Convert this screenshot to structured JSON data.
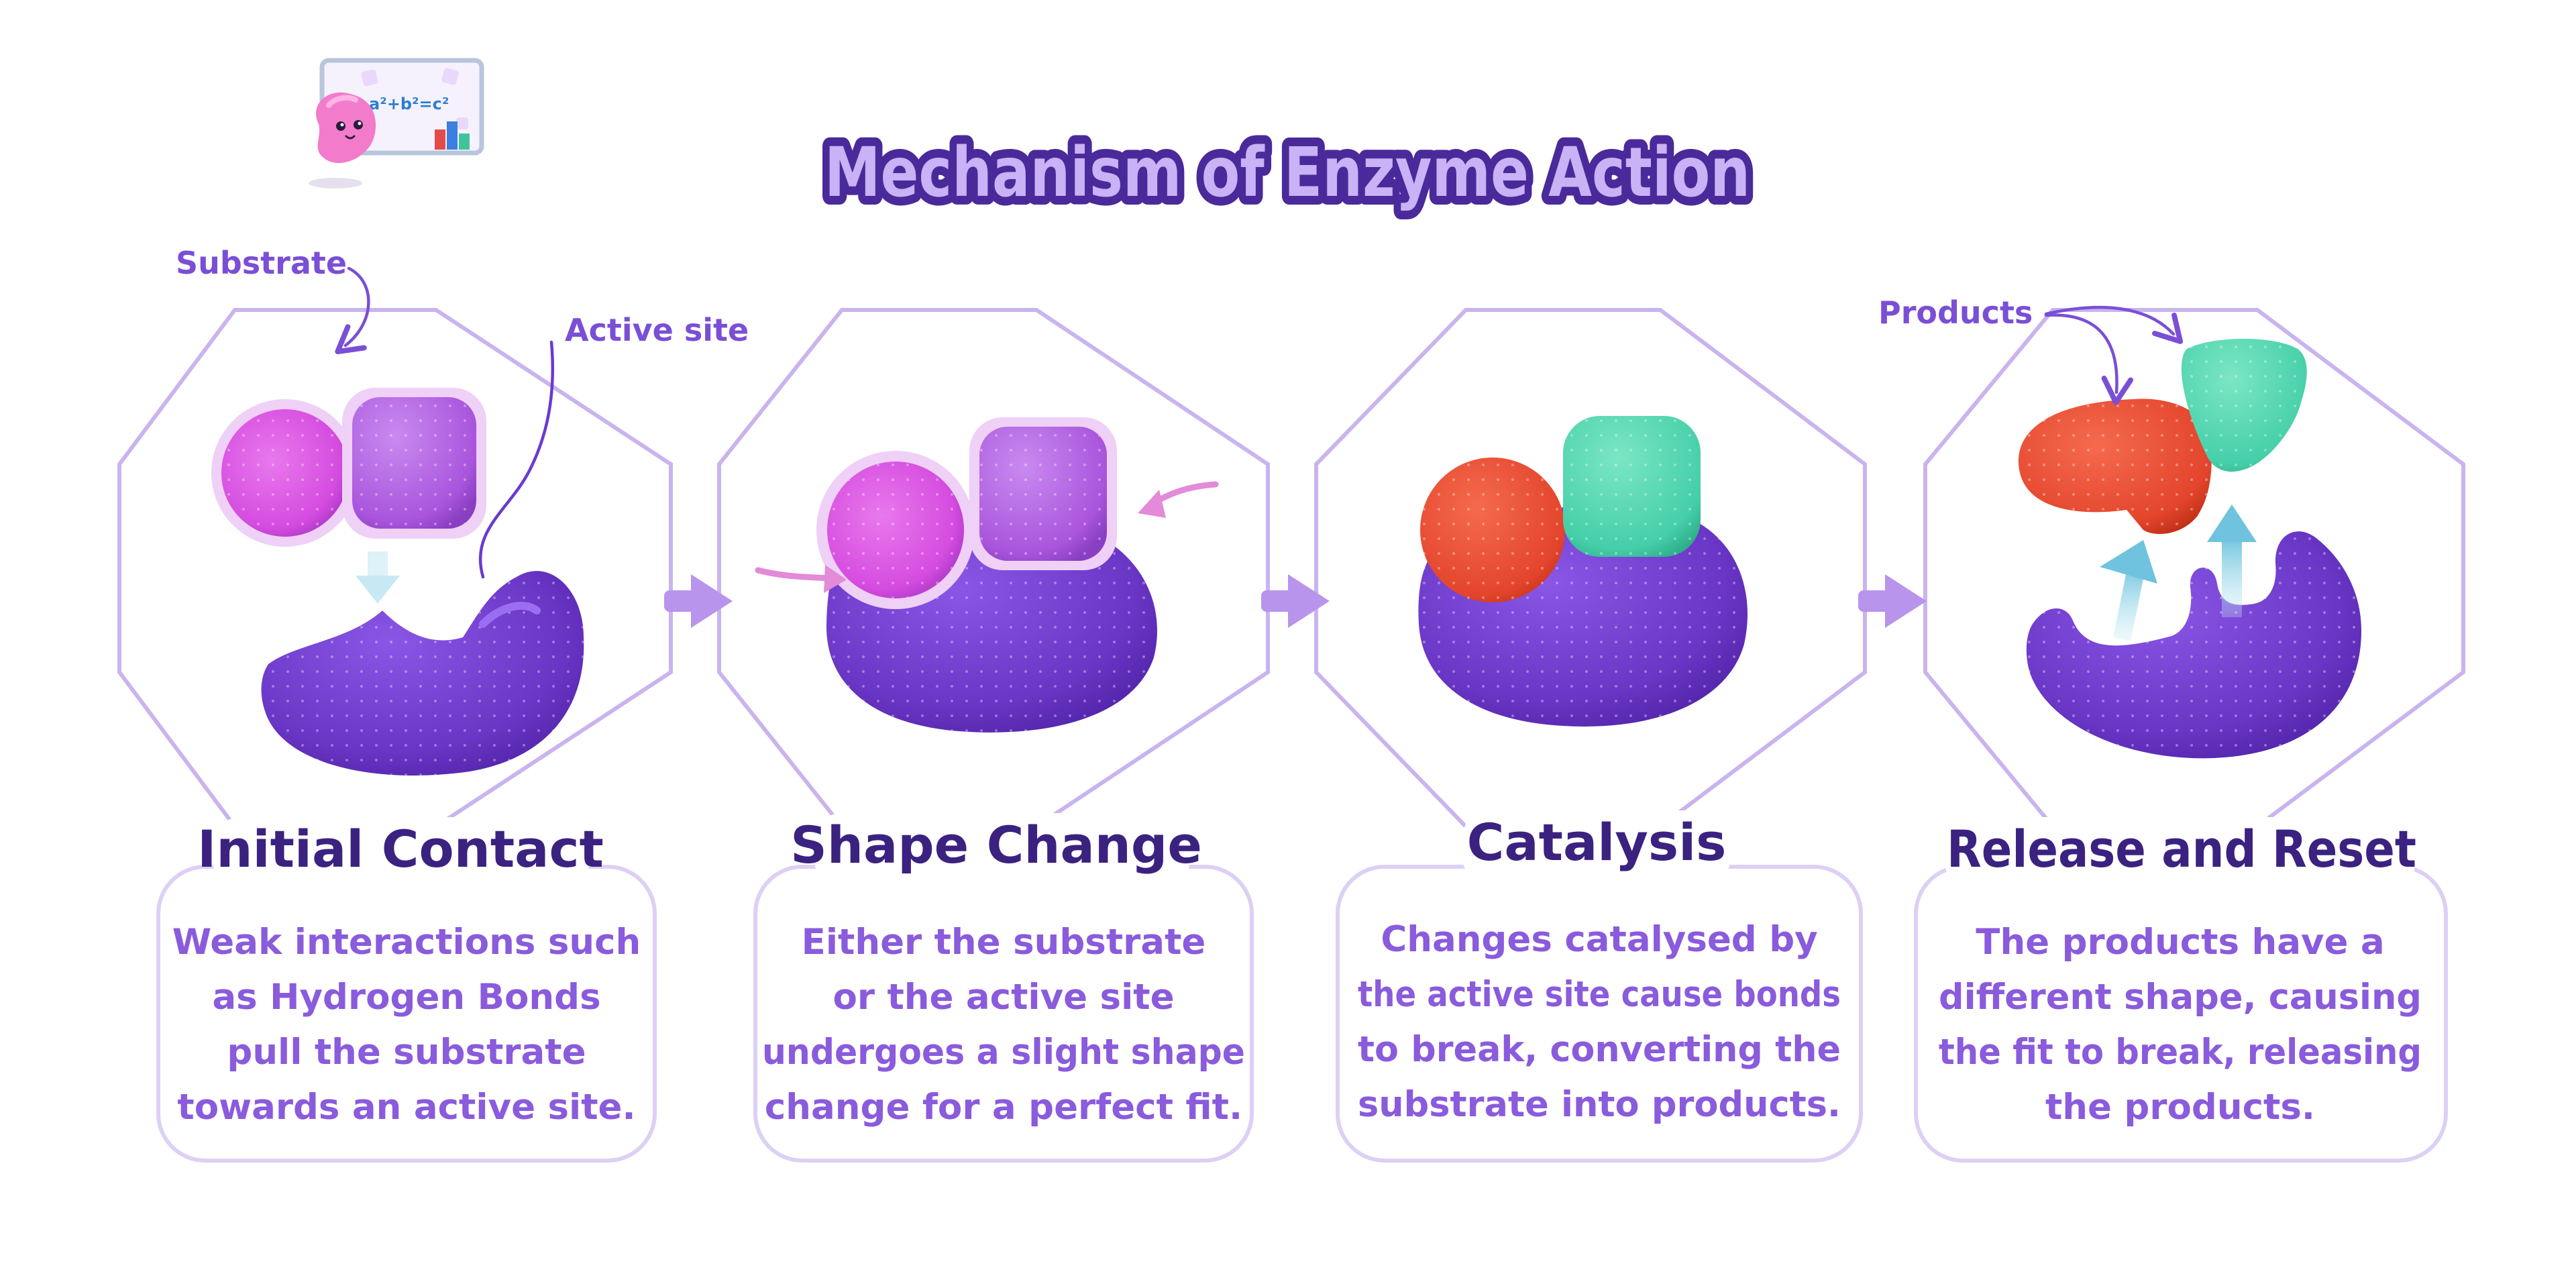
{
  "title": "Mechanism of Enzyme Action",
  "colors": {
    "title_fill": "#c9b2f5",
    "title_stroke": "#4a2a9a",
    "label": "#7a4fd6",
    "step_title": "#3b2280",
    "frame": "#c9b4ee",
    "enzyme": "#6a36c6",
    "enzyme_dark": "#4f22a6",
    "substrate_round": "#d54ce0",
    "substrate_square": "#b25ae0",
    "product_red": "#e3452c",
    "product_green": "#45cfa8",
    "step_arrow": "#b894ec",
    "release_arrow": "#8fd3e6"
  },
  "callouts": {
    "substrate": "Substrate",
    "active_site": "Active site",
    "products": "Products"
  },
  "icons": {
    "mascot": "cartoon-teacher-blob-icon",
    "step_arrow": "arrow-right-icon",
    "release_arrow": "arrow-up-icon"
  },
  "mascot_board": {
    "formula_line1": "a²+b²=c²"
  },
  "steps": [
    {
      "title": "Initial Contact",
      "lines": [
        "Weak interactions such",
        "as Hydrogen Bonds",
        "pull the substrate",
        "towards an active site."
      ]
    },
    {
      "title": "Shape Change",
      "lines": [
        "Either the substrate",
        "or the active site",
        "undergoes a slight shape",
        "change for a perfect fit."
      ]
    },
    {
      "title": "Catalysis",
      "lines": [
        "Changes catalysed by",
        "the active site cause bonds",
        "to break, converting the",
        "substrate into products."
      ]
    },
    {
      "title": "Release and Reset",
      "lines": [
        "The products have a",
        "different shape, causing",
        "the fit to break, releasing",
        "the products."
      ]
    }
  ]
}
